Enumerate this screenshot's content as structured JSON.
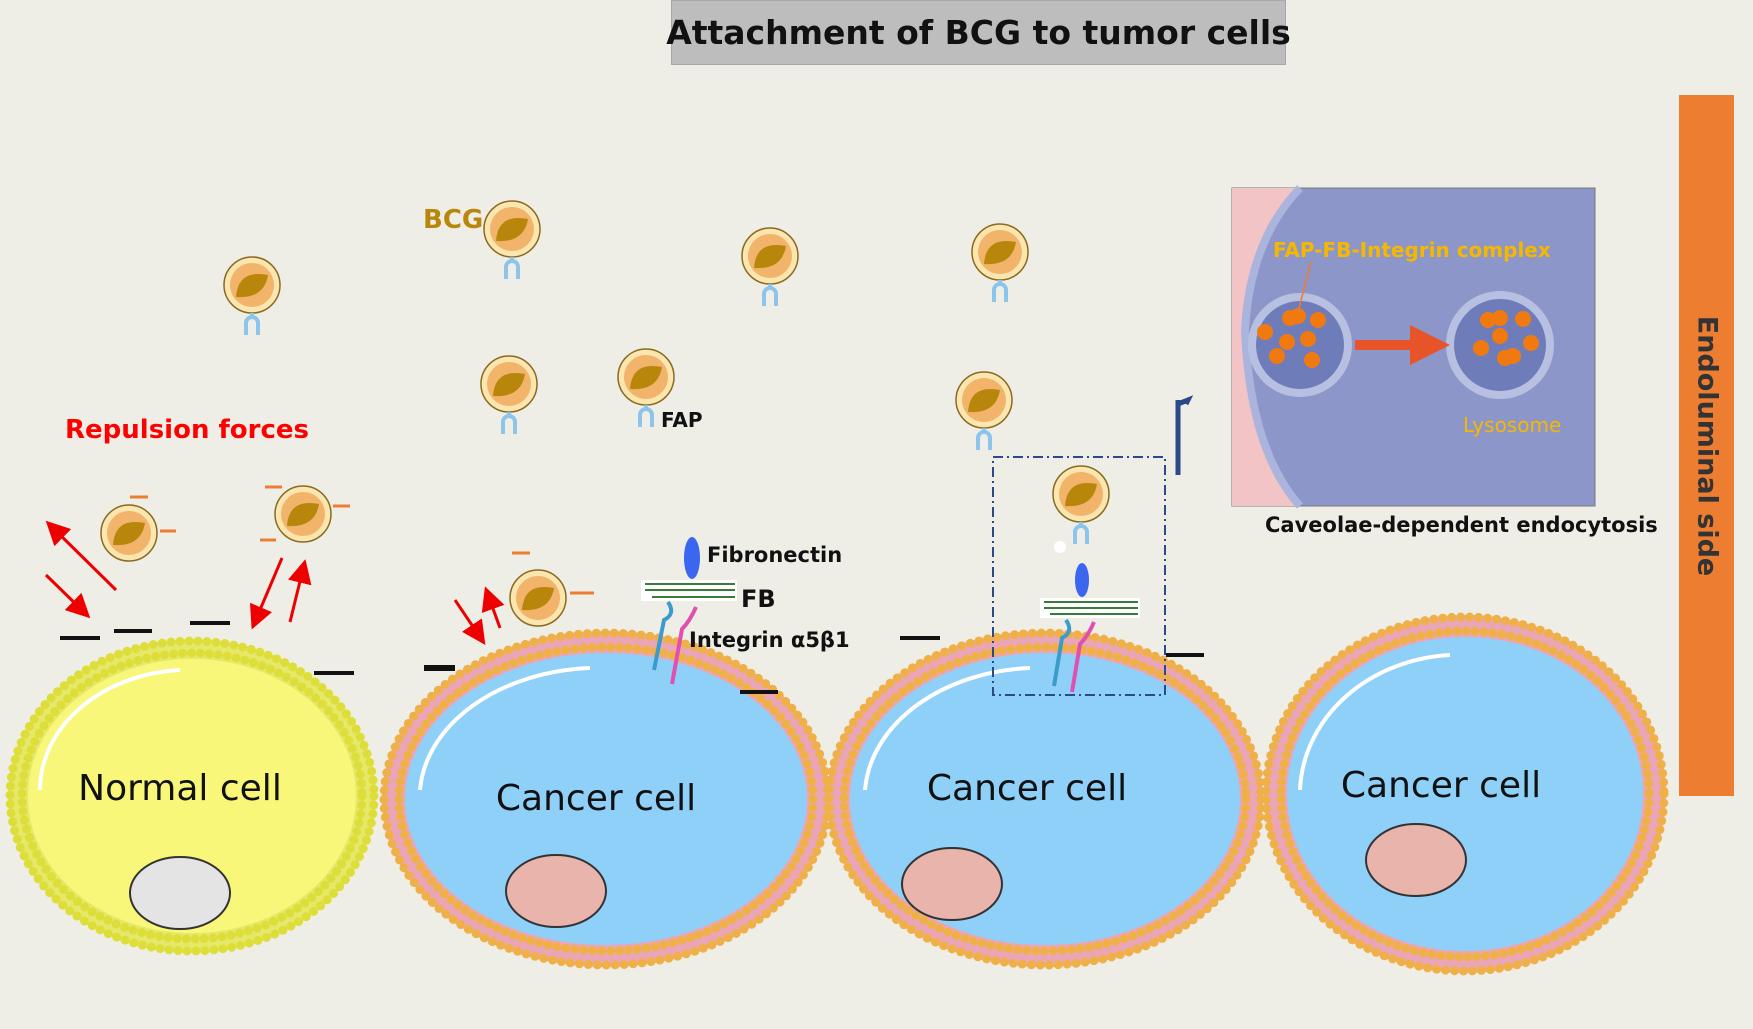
{
  "title": "Attachment of BCG to tumor cells",
  "side_label": "Endoluminal side",
  "labels": {
    "bcg": "BCG",
    "fap": "FAP",
    "repulsion": "Repulsion forces",
    "fibronectin": "Fibronectin",
    "fb": "FB",
    "integrin": "Integrin α5β1"
  },
  "cells": {
    "normal": "Normal cell",
    "cancer1": "Cancer cell",
    "cancer2": "Cancer cell",
    "cancer3": "Cancer cell"
  },
  "inset": {
    "complex": "FAP-FB-Integrin complex",
    "lysosome": "Lysosome",
    "caption": "Caveolae-dependent endocytosis"
  },
  "colors": {
    "background": "#eeeee6",
    "accent_orange": "#ed7d31",
    "normal_cell": "#f8f77a",
    "cancer_cell": "#8fd0f9",
    "bcg": "#b8860b",
    "repulsion": "#ff0000"
  }
}
